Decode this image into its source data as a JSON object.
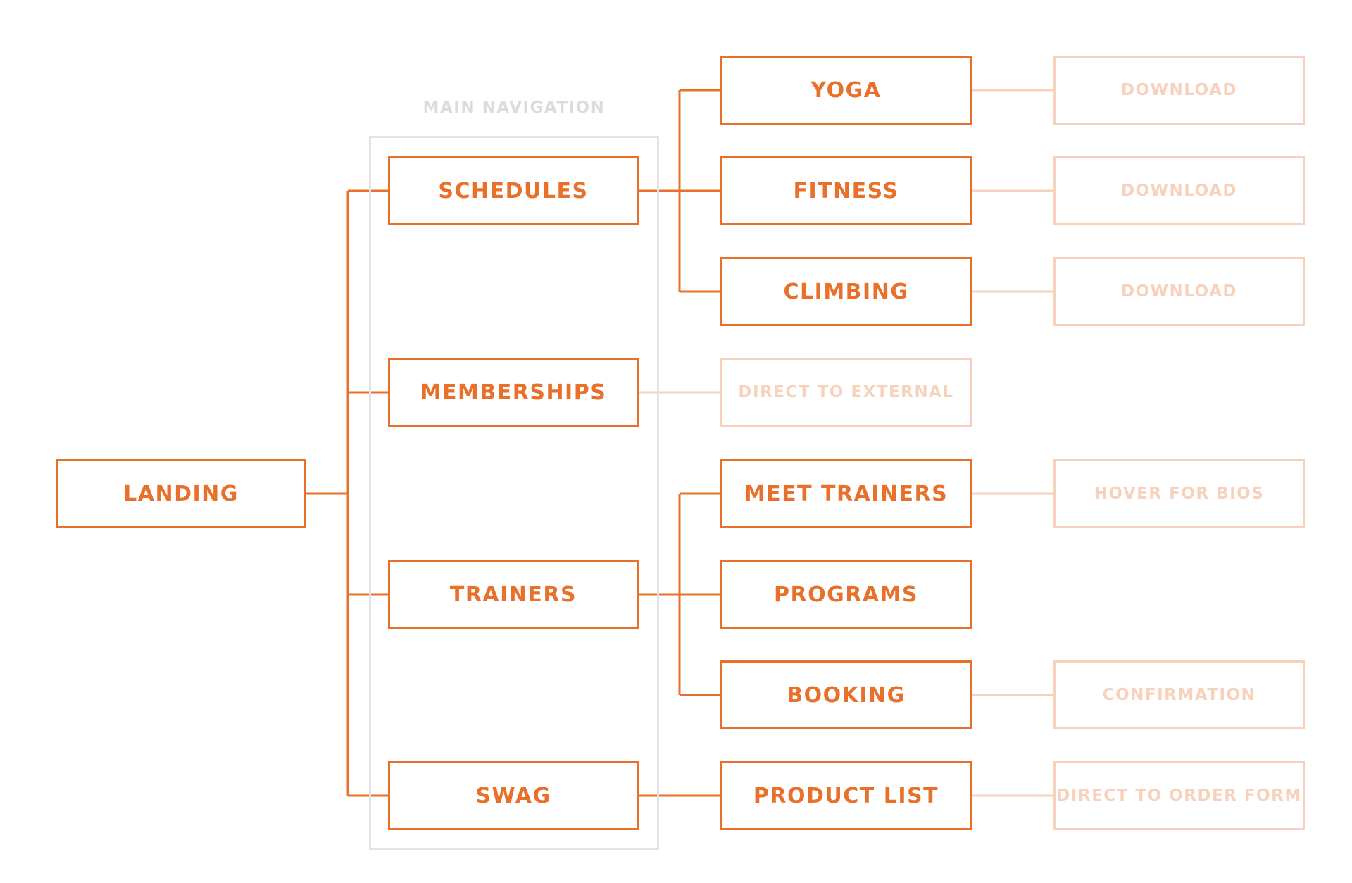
{
  "colors": {
    "primary": "#e8702a",
    "faint": "#f7d1bb",
    "group": "#e3e3e3",
    "group_label": "#dcdcdc"
  },
  "group": {
    "label": "MAIN NAVIGATION"
  },
  "nodes": {
    "landing": "LANDING",
    "schedules": "SCHEDULES",
    "memberships": "MEMBERSHIPS",
    "trainers": "TRAINERS",
    "swag": "SWAG",
    "yoga": "YOGA",
    "fitness": "FITNESS",
    "climbing": "CLIMBING",
    "direct_to_external": "DIRECT TO EXTERNAL",
    "meet_trainers": "MEET TRAINERS",
    "programs": "PROGRAMS",
    "booking": "BOOKING",
    "product_list": "PRODUCT LIST",
    "download_yoga": "DOWNLOAD",
    "download_fitness": "DOWNLOAD",
    "download_climbing": "DOWNLOAD",
    "hover_for_bios": "HOVER FOR BIOS",
    "confirmation": "CONFIRMATION",
    "direct_to_order_form": "DIRECT TO ORDER FORM"
  }
}
